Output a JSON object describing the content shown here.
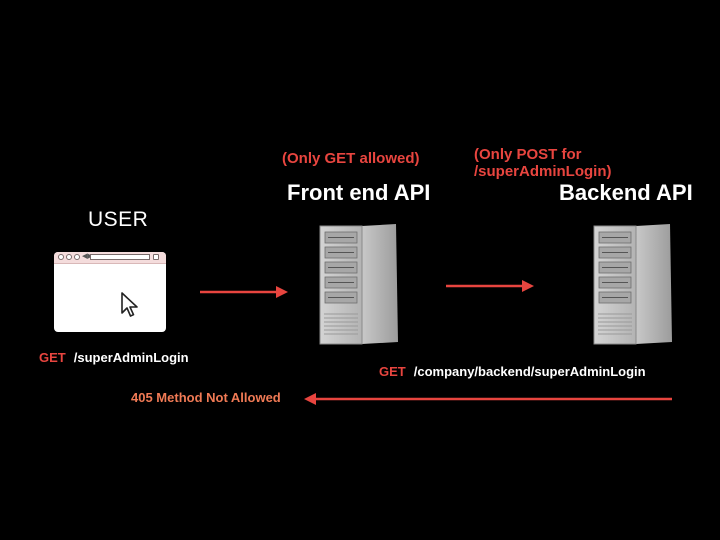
{
  "user": {
    "label": "USER",
    "request_method": "GET",
    "request_path": "/superAdminLogin"
  },
  "frontend": {
    "note": "(Only GET allowed)",
    "title": "Front end API"
  },
  "backend": {
    "note": "(Only POST for /superAdminLogin)",
    "title": "Backend API",
    "request_method": "GET",
    "request_path": "/company/backend/superAdminLogin"
  },
  "response": {
    "text": "405 Method Not Allowed"
  },
  "colors": {
    "background": "#000000",
    "accent_red": "#e8453f",
    "error_orange": "#f07a55",
    "text": "#ffffff"
  },
  "icons": [
    "browser-window-icon",
    "cursor-icon",
    "server-icon",
    "arrow-right-icon",
    "arrow-left-icon"
  ]
}
